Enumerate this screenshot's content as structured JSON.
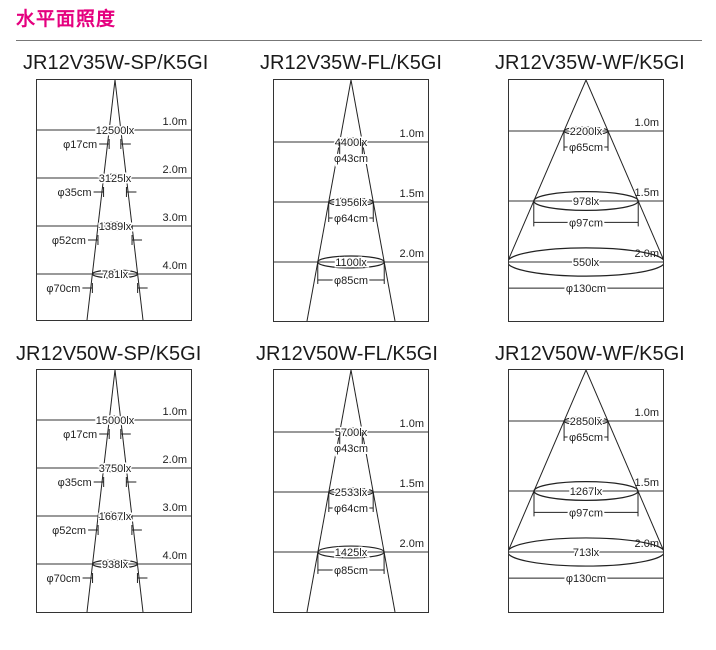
{
  "page": {
    "title": "水平面照度"
  },
  "panels": [
    {
      "id": "sp35",
      "title": "JR12V35W-SP/K5GI",
      "type": "SP",
      "levels": [
        {
          "distance": "1.0m",
          "lux": "12500lx",
          "diameter": "φ17cm"
        },
        {
          "distance": "2.0m",
          "lux": "3125lx",
          "diameter": "φ35cm"
        },
        {
          "distance": "3.0m",
          "lux": "1389lx",
          "diameter": "φ52cm"
        },
        {
          "distance": "4.0m",
          "lux": "781lx",
          "diameter": "φ70cm"
        }
      ]
    },
    {
      "id": "fl35",
      "title": "JR12V35W-FL/K5GI",
      "type": "FL",
      "levels": [
        {
          "distance": "1.0m",
          "lux": "4400lx",
          "diameter": "φ43cm"
        },
        {
          "distance": "1.5m",
          "lux": "1956lx",
          "diameter": "φ64cm"
        },
        {
          "distance": "2.0m",
          "lux": "1100lx",
          "diameter": "φ85cm"
        }
      ]
    },
    {
      "id": "wf35",
      "title": "JR12V35W-WF/K5GI",
      "type": "WF",
      "levels": [
        {
          "distance": "1.0m",
          "lux": "2200lx",
          "diameter": "φ65cm"
        },
        {
          "distance": "1.5m",
          "lux": "978lx",
          "diameter": "φ97cm"
        },
        {
          "distance": "2.0m",
          "lux": "550lx",
          "diameter": "φ130cm"
        }
      ]
    },
    {
      "id": "sp50",
      "title": "JR12V50W-SP/K5GI",
      "type": "SP",
      "levels": [
        {
          "distance": "1.0m",
          "lux": "15000lx",
          "diameter": "φ17cm"
        },
        {
          "distance": "2.0m",
          "lux": "3750lx",
          "diameter": "φ35cm"
        },
        {
          "distance": "3.0m",
          "lux": "1667lx",
          "diameter": "φ52cm"
        },
        {
          "distance": "4.0m",
          "lux": "938lx",
          "diameter": "φ70cm"
        }
      ]
    },
    {
      "id": "fl50",
      "title": "JR12V50W-FL/K5GI",
      "type": "FL",
      "levels": [
        {
          "distance": "1.0m",
          "lux": "5700lx",
          "diameter": "φ43cm"
        },
        {
          "distance": "1.5m",
          "lux": "2533lx",
          "diameter": "φ64cm"
        },
        {
          "distance": "2.0m",
          "lux": "1425lx",
          "diameter": "φ85cm"
        }
      ]
    },
    {
      "id": "wf50",
      "title": "JR12V50W-WF/K5GI",
      "type": "WF",
      "levels": [
        {
          "distance": "1.0m",
          "lux": "2850lx",
          "diameter": "φ65cm"
        },
        {
          "distance": "1.5m",
          "lux": "1267lx",
          "diameter": "φ97cm"
        },
        {
          "distance": "2.0m",
          "lux": "713lx",
          "diameter": "φ130cm"
        }
      ]
    }
  ]
}
